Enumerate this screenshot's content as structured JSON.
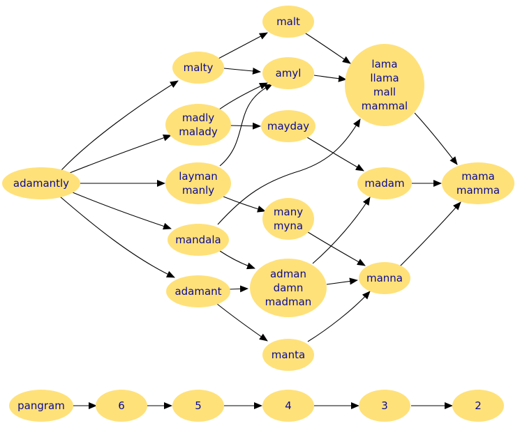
{
  "nodes": {
    "adamantly": {
      "lines": [
        "adamantly"
      ]
    },
    "malty": {
      "lines": [
        "malty"
      ]
    },
    "madly_malady": {
      "lines": [
        "madly",
        "malady"
      ]
    },
    "layman_manly": {
      "lines": [
        "layman",
        "manly"
      ]
    },
    "mandala": {
      "lines": [
        "mandala"
      ]
    },
    "adamant": {
      "lines": [
        "adamant"
      ]
    },
    "malt": {
      "lines": [
        "malt"
      ]
    },
    "amyl": {
      "lines": [
        "amyl"
      ]
    },
    "mayday": {
      "lines": [
        "mayday"
      ]
    },
    "many_myna": {
      "lines": [
        "many",
        "myna"
      ]
    },
    "adman_damn_madman": {
      "lines": [
        "adman",
        "damn",
        "madman"
      ]
    },
    "manta": {
      "lines": [
        "manta"
      ]
    },
    "lama_group": {
      "lines": [
        "lama",
        "llama",
        "mall",
        "mammal"
      ]
    },
    "madam": {
      "lines": [
        "madam"
      ]
    },
    "manna": {
      "lines": [
        "manna"
      ]
    },
    "mama_mamma": {
      "lines": [
        "mama",
        "mamma"
      ]
    },
    "pangram": {
      "lines": [
        "pangram"
      ]
    },
    "n6": {
      "lines": [
        "6"
      ]
    },
    "n5": {
      "lines": [
        "5"
      ]
    },
    "n4": {
      "lines": [
        "4"
      ]
    },
    "n3": {
      "lines": [
        "3"
      ]
    },
    "n2": {
      "lines": [
        "2"
      ]
    }
  },
  "edges": [
    [
      "adamantly",
      "malty"
    ],
    [
      "adamantly",
      "madly_malady"
    ],
    [
      "adamantly",
      "layman_manly"
    ],
    [
      "adamantly",
      "mandala"
    ],
    [
      "adamantly",
      "adamant"
    ],
    [
      "malty",
      "malt"
    ],
    [
      "malty",
      "amyl"
    ],
    [
      "madly_malady",
      "amyl"
    ],
    [
      "madly_malady",
      "mayday"
    ],
    [
      "layman_manly",
      "amyl"
    ],
    [
      "layman_manly",
      "many_myna"
    ],
    [
      "mandala",
      "lama_group"
    ],
    [
      "mandala",
      "adman_damn_madman"
    ],
    [
      "adamant",
      "adman_damn_madman"
    ],
    [
      "adamant",
      "manta"
    ],
    [
      "malt",
      "lama_group"
    ],
    [
      "amyl",
      "lama_group"
    ],
    [
      "mayday",
      "madam"
    ],
    [
      "many_myna",
      "manna"
    ],
    [
      "adman_damn_madman",
      "madam"
    ],
    [
      "adman_damn_madman",
      "manna"
    ],
    [
      "manta",
      "manna"
    ],
    [
      "lama_group",
      "mama_mamma"
    ],
    [
      "madam",
      "mama_mamma"
    ],
    [
      "manna",
      "mama_mamma"
    ],
    [
      "pangram",
      "n6"
    ],
    [
      "n6",
      "n5"
    ],
    [
      "n5",
      "n4"
    ],
    [
      "n4",
      "n3"
    ],
    [
      "n3",
      "n2"
    ]
  ],
  "colors": {
    "node_fill": "#ffe17a",
    "node_text": "#0a0a96",
    "edge": "#000000",
    "background": "#ffffff"
  }
}
